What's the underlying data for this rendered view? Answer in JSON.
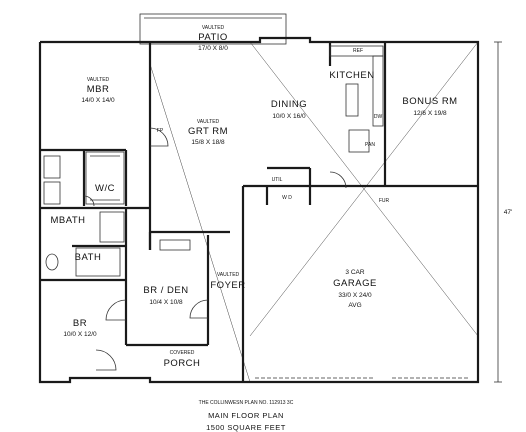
{
  "rooms": {
    "patio": {
      "note": "VAULTED",
      "name": "PATIO",
      "size": "17/0 X 8/0"
    },
    "mbr": {
      "note": "VAULTED",
      "name": "MBR",
      "size": "14/0 X 14/0"
    },
    "grtrm": {
      "note": "VAULTED",
      "name": "GRT RM",
      "size": "15/8 X 18/8"
    },
    "dining": {
      "name": "DINING",
      "size": "10/0 X 16/0"
    },
    "kitchen": {
      "name": "KITCHEN"
    },
    "bonus": {
      "name": "BONUS RM",
      "size": "12/6 X 19/8"
    },
    "wic": {
      "name": "W/C"
    },
    "mbath": {
      "name": "MBATH"
    },
    "bath": {
      "name": "BATH"
    },
    "br": {
      "name": "BR",
      "size": "10/0 X 12/0"
    },
    "brden": {
      "name": "BR / DEN",
      "size": "10/4 X 10/8"
    },
    "foyer": {
      "note": "VAULTED",
      "name": "FOYER"
    },
    "garage": {
      "line1": "3 CAR",
      "name": "GARAGE",
      "size": "33/0 X 24/0",
      "line4": "AVG"
    },
    "porch": {
      "note": "COVERED",
      "name": "PORCH"
    },
    "util": {
      "name": "UTIL"
    },
    "pan": {
      "name": "PAN"
    },
    "ref": {
      "name": "REF"
    },
    "dw": {
      "name": "DW"
    },
    "wd": {
      "name": "W   D"
    }
  },
  "fixtures": {
    "fp": "FP",
    "fur": "FUR"
  },
  "dimensions": {
    "overall_right": "47'"
  },
  "title": {
    "line1": "THE COLLINWESN PLAN NO. 112913 3C",
    "line2": "MAIN FLOOR PLAN",
    "line3": "1500 SQUARE FEET"
  }
}
